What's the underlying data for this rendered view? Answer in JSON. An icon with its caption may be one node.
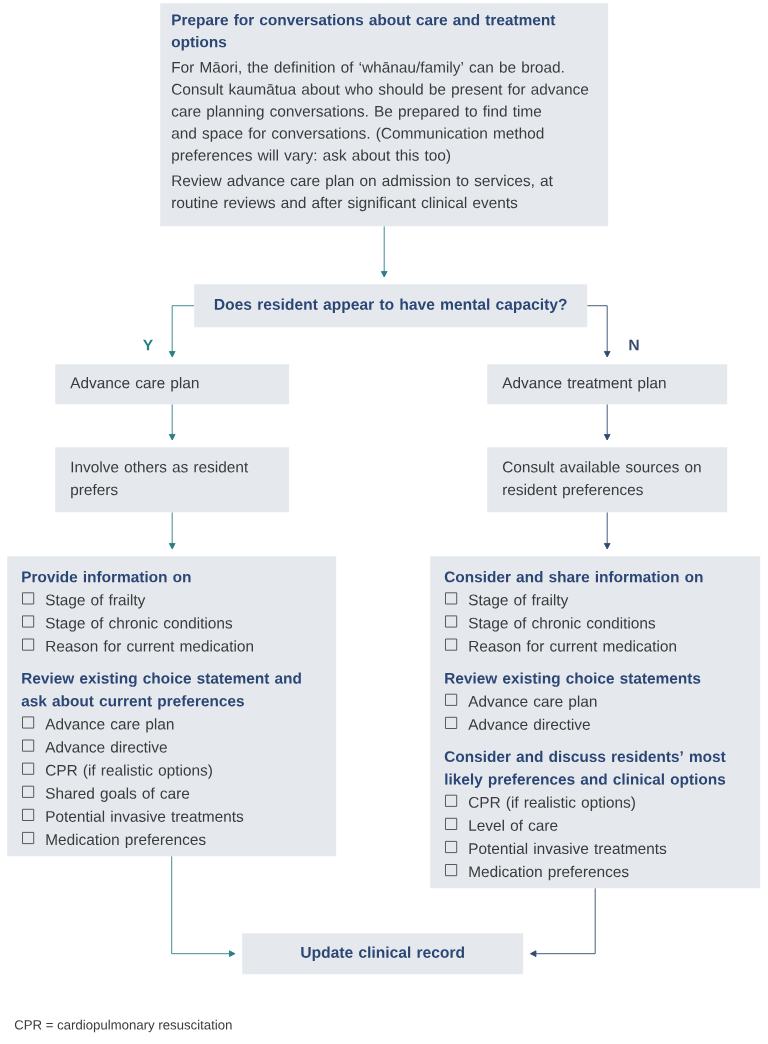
{
  "diagram": {
    "nodes": [
      {
        "text": [
          "Prepare for conversations about care and treatment options",
          "For Māori, the definition of ‘whānau/family’ can be broad. Consult kaumātua about who should be present for advance care planning conversations. Be prepared to find time and space for conversations. (Communication method preferences will vary: ask about this too)",
          "Review advance care plan on admission to services, at routine reviews and after significant clinical events"
        ]
      },
      {
        "text": [
          "Does resident appear to have mental capacity?"
        ]
      },
      {
        "text": [
          "Advance care plan"
        ]
      },
      {
        "text": [
          "Advance treatment plan"
        ]
      },
      {
        "text": [
          "Involve others as resident prefers"
        ]
      },
      {
        "text": [
          "Consult available sources on resident preferences"
        ]
      },
      {
        "text": [
          "Provide information on",
          "Stage of frailty",
          "Stage of chronic conditions",
          "Reason for current medication",
          "Review existing choice statement and ask about current preferences",
          "Advance care plan",
          "Advance directive",
          "CPR (if realistic options)",
          "Shared goals of care",
          "Potential invasive treatments",
          "Medication preferences"
        ]
      },
      {
        "text": [
          "Consider and share information on",
          "Stage of frailty",
          "Stage of chronic conditions",
          "Reason for current medication",
          "Review existing choice statements",
          "Advance care plan",
          "Advance directive",
          "Consider and discuss residents’ most likely preferences and clinical options",
          "CPR (if realistic options)",
          "Level of care",
          "Potential invasive treatments",
          "Medication preferences"
        ]
      },
      {
        "text": [
          "Update clinical record"
        ]
      }
    ],
    "edges": [
      {
        "from": 0,
        "to": 1,
        "arrow": "to"
      },
      {
        "from": 1,
        "to": 2,
        "arrow": "to",
        "label": "Y"
      },
      {
        "from": 1,
        "to": 3,
        "arrow": "to",
        "label": "N",
        "color": "#33496f"
      },
      {
        "from": 2,
        "to": 4,
        "arrow": "to"
      },
      {
        "from": 3,
        "to": 5,
        "arrow": "to",
        "color": "#33496f"
      },
      {
        "from": 4,
        "to": 6,
        "arrow": "to"
      },
      {
        "from": 5,
        "to": 7,
        "arrow": "to",
        "color": "#33496f"
      },
      {
        "from": 6,
        "to": 8,
        "arrow": "to"
      },
      {
        "from": 7,
        "to": 8,
        "arrow": "to",
        "color": "#33496f"
      }
    ],
    "labels": [
      "CPR = cardiopulmonary resuscitation"
    ]
  }
}
